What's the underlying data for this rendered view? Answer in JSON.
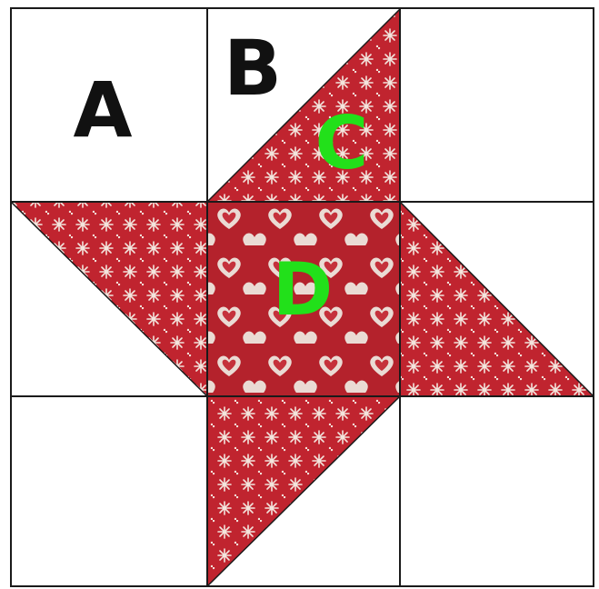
{
  "labels": {
    "a": "A",
    "b": "B",
    "c": "C",
    "d": "D"
  },
  "colors": {
    "background": "#ffffff",
    "grid_line": "#1a1a1a",
    "star_fabric_red": "#c0242f",
    "star_fabric_motif": "#f3e4dc",
    "center_fabric_red": "#b4222c",
    "heart_fill": "#eadbd4",
    "heart_inner": "#c5313b",
    "label_dark": "#111111",
    "label_accent": "#22e01a"
  },
  "motifs": {
    "star_fabric": "snowflake-pattern",
    "center_fabric": "heart-pattern"
  }
}
